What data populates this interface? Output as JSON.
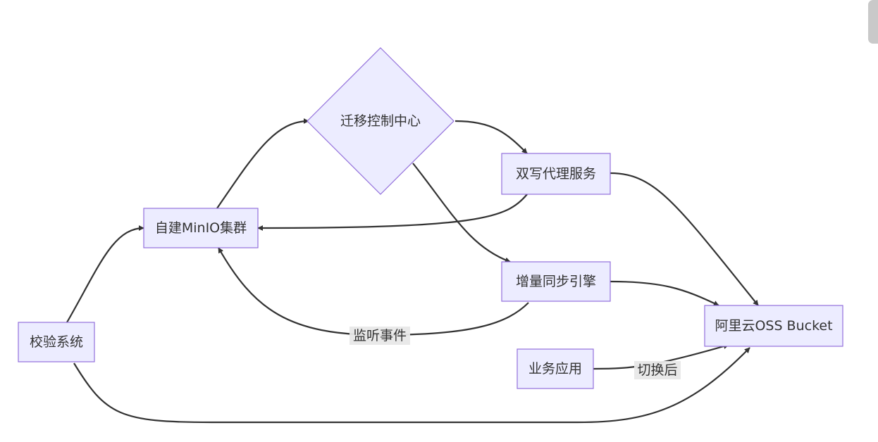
{
  "diagram": {
    "nodes": {
      "control": "迁移控制中心",
      "dual": "双写代理服务",
      "minio": "自建MinIO集群",
      "sync": "增量同步引擎",
      "oss": "阿里云OSS Bucket",
      "verify": "校验系统",
      "app": "业务应用"
    },
    "edges": {
      "listen": "监听事件",
      "switch": "切换后"
    },
    "colors": {
      "node_fill": "#ECECFF",
      "node_stroke": "#9370DB",
      "edge": "#333333"
    }
  }
}
